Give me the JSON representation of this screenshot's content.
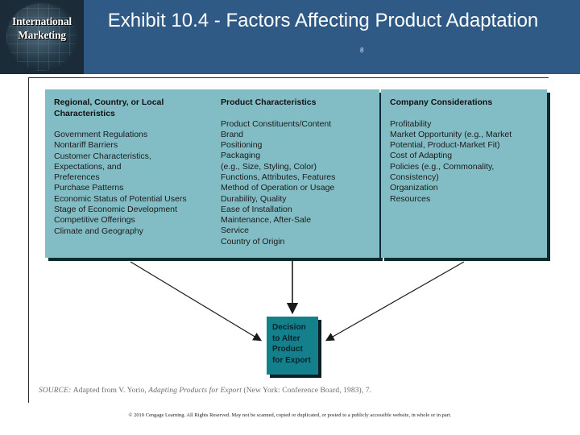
{
  "slide": {
    "logo_line1": "International",
    "logo_line2": "Marketing",
    "title": "Exhibit 10.4 - Factors Affecting Product Adaptation",
    "page_number": "8",
    "accent_header": "#2e5a85",
    "box_fill": "#82bdc5",
    "decision_fill": "#14808c",
    "shadow_color": "#0d2b2e"
  },
  "exhibit": {
    "columns": [
      {
        "id": "regional",
        "title": "Regional, Country, or Local Characteristics",
        "items_text": "Government Regulations\nNontariff Barriers\nCustomer Characteristics,\n  Expectations, and\n  Preferences\nPurchase Patterns\nEconomic Status of Potential Users\nStage of Economic Development\nCompetitive Offerings\nClimate and Geography",
        "items": [
          "Government Regulations",
          "Nontariff Barriers",
          "Customer Characteristics, Expectations, and Preferences",
          "Purchase Patterns",
          "Economic Status of Potential Users",
          "Stage of Economic Development",
          "Competitive Offerings",
          "Climate and Geography"
        ]
      },
      {
        "id": "product",
        "title": "Product Characteristics",
        "items_text": "Product Constituents/Content\nBrand\nPositioning\nPackaging\n  (e.g., Size, Styling, Color)\nFunctions, Attributes, Features\nMethod of Operation or Usage\nDurability, Quality\nEase of Installation\nMaintenance, After-Sale\n  Service\nCountry of Origin",
        "items": [
          "Product Constituents/Content",
          "Brand",
          "Positioning",
          "Packaging (e.g., Size, Styling, Color)",
          "Functions, Attributes, Features",
          "Method of Operation or Usage",
          "Durability, Quality",
          "Ease of Installation",
          "Maintenance, After-Sale Service",
          "Country of Origin"
        ]
      },
      {
        "id": "company",
        "title": "Company Considerations",
        "items_text": "Profitability\nMarket Opportunity (e.g., Market\n  Potential, Product-Market Fit)\nCost of Adapting\nPolicies (e.g., Commonality,\n  Consistency)\nOrganization\nResources",
        "items": [
          "Profitability",
          "Market Opportunity (e.g., Market Potential, Product-Market Fit)",
          "Cost of Adapting",
          "Policies (e.g., Commonality, Consistency)",
          "Organization",
          "Resources"
        ]
      }
    ],
    "decision_box": {
      "text": "Decision\nto Alter\nProduct\nfor Export"
    },
    "source_prefix": "SOURCE: ",
    "source_text_1": "Adapted from V. Yorio, ",
    "source_title": "Adapting Products for Export",
    "source_text_2": " (New York: Conference Board, 1983), 7."
  },
  "footer": {
    "copyright": "© 2010 Cengage Learning. All Rights Reserved. May not be scanned, copied or duplicated, or posted to a publicly accessible website, in whole or in part."
  }
}
